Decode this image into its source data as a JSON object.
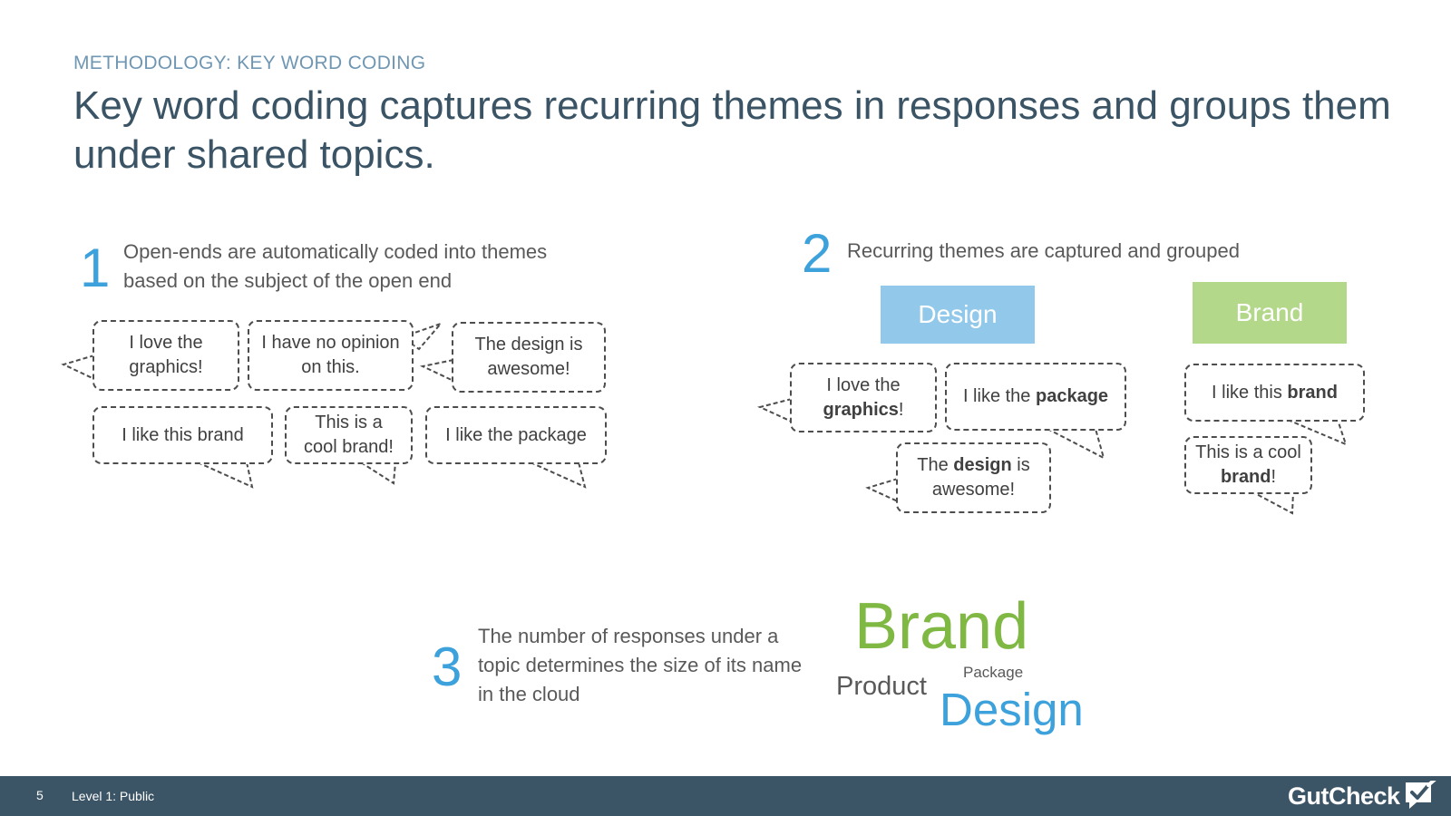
{
  "header": {
    "kicker": "METHODOLOGY: KEY WORD CODING",
    "title": "Key word coding captures recurring themes in responses and groups them under shared topics."
  },
  "step1": {
    "number": "1",
    "text": "Open-ends are automatically coded into themes based on the subject of the open end",
    "bubbles": [
      "I love the graphics!",
      "I have no opinion on this.",
      "The design is awesome!",
      "I like this brand",
      "This is a cool brand!",
      "I like the package"
    ]
  },
  "step2": {
    "number": "2",
    "text": "Recurring themes are captured and grouped",
    "design_tag": "Design",
    "brand_tag": "Brand",
    "design_bubbles": [
      {
        "before": "I love the",
        "bold": "graphics",
        "after": "!"
      },
      {
        "before": "I like the ",
        "bold": "package",
        "after": ""
      },
      {
        "before": "The ",
        "bold": "design",
        "after": " is awesome!"
      }
    ],
    "brand_bubbles": [
      {
        "before": "I like this ",
        "bold": "brand",
        "after": ""
      },
      {
        "before": "This is a cool ",
        "bold": "brand",
        "after": "!"
      }
    ]
  },
  "step3": {
    "number": "3",
    "text": "The number of responses under a topic determines the size of its name in the cloud",
    "cloud": {
      "brand": "Brand",
      "package": "Package",
      "product": "Product",
      "design": "Design"
    }
  },
  "colors": {
    "accent_blue": "#3da1db",
    "design_tag": "#92c9ea",
    "brand_tag": "#b3d88a",
    "brand_green": "#7fb843",
    "footer": "#3b5466"
  },
  "footer": {
    "page": "5",
    "level": "Level 1: Public",
    "logo": "GutCheck"
  }
}
